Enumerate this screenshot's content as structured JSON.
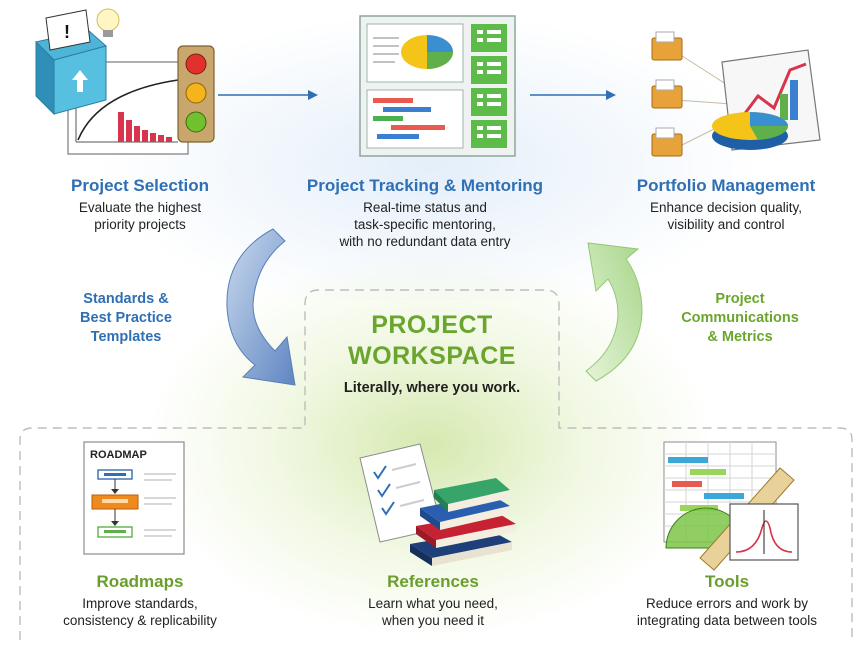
{
  "top": {
    "selection": {
      "title": "Project Selection",
      "desc": [
        "Evaluate the highest",
        "priority projects"
      ]
    },
    "tracking": {
      "title": "Project Tracking & Mentoring",
      "desc": [
        "Real-time status and",
        "task-specific mentoring,",
        "with no redundant data entry"
      ]
    },
    "portfolio": {
      "title": "Portfolio Management",
      "desc": [
        "Enhance decision quality,",
        "visibility and control"
      ]
    }
  },
  "side": {
    "left": [
      "Standards &",
      "Best Practice",
      "Templates"
    ],
    "right": [
      "Project",
      "Communications",
      "& Metrics"
    ]
  },
  "workspace": {
    "title_lines": [
      "PROJECT",
      "WORKSPACE"
    ],
    "tagline": "Literally, where you work."
  },
  "bottom": {
    "roadmaps": {
      "title": "Roadmaps",
      "desc": [
        "Improve standards,",
        "consistency & replicability"
      ],
      "doc_label": "ROADMAP"
    },
    "references": {
      "title": "References",
      "desc": [
        "Learn what you need,",
        "when you need it"
      ]
    },
    "tools": {
      "title": "Tools",
      "desc": [
        "Reduce errors and work by",
        "integrating data between tools"
      ]
    }
  },
  "colors": {
    "blue_title": "#2f6fb4",
    "green_title": "#6a9e2c",
    "arrow_blue": "#6f93c9",
    "arrow_green": "#a8d487",
    "dashed_border": "#bdbdbd"
  }
}
